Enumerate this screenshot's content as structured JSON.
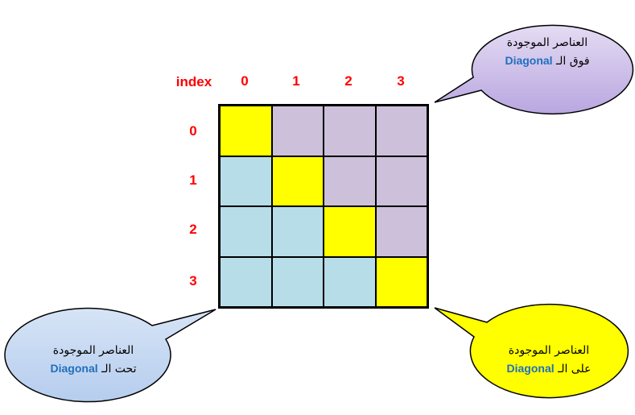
{
  "header": {
    "index_label": "index",
    "column_indices": [
      "0",
      "1",
      "2",
      "3"
    ],
    "row_indices": [
      "0",
      "1",
      "2",
      "3"
    ]
  },
  "matrix": {
    "rows": [
      [
        "diagonal",
        "above",
        "above",
        "above"
      ],
      [
        "below",
        "diagonal",
        "above",
        "above"
      ],
      [
        "below",
        "below",
        "diagonal",
        "above"
      ],
      [
        "below",
        "below",
        "below",
        "diagonal"
      ]
    ]
  },
  "colors": {
    "diagonal": "#ffff00",
    "above": "#ccc0da",
    "below": "#b7dde8",
    "bubble_above": "#c6b8e6",
    "bubble_on": "#ffff00",
    "bubble_below": "#c5d9f1",
    "index_red": "#ff0000",
    "diagonal_blue": "#1f6fbf"
  },
  "bubbles": {
    "above": {
      "line1": "العناصر الموجودة",
      "line2_prefix": "فوق الـ",
      "line2_word": "Diagonal"
    },
    "on": {
      "line1": "العناصر الموجودة",
      "line2_prefix": "على الـ",
      "line2_word": "Diagonal"
    },
    "below": {
      "line1": "العناصر الموجودة",
      "line2_prefix": "تحت الـ",
      "line2_word": "Diagonal"
    }
  }
}
